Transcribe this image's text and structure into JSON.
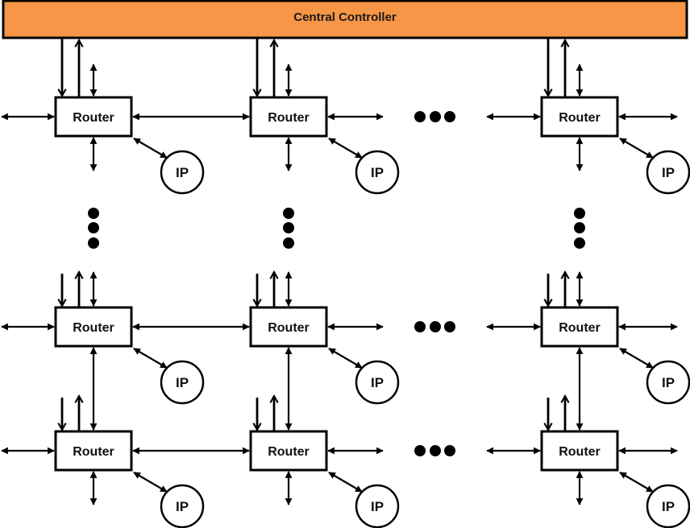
{
  "diagram": {
    "title": "Central Controller",
    "controller": {
      "label": "Central Controller",
      "fill_color": "#F79646"
    },
    "router_label": "Router",
    "ip_label": "IP",
    "grid": {
      "columns": 3,
      "rows": 3,
      "column_ids": [
        "col-1",
        "col-2",
        "col-n"
      ],
      "row_ids": [
        "row-1",
        "row-m-1",
        "row-m"
      ]
    },
    "nodes": [
      {
        "id": "r1c1",
        "row": 0,
        "col": 0,
        "router": "Router",
        "ip": "IP"
      },
      {
        "id": "r1c2",
        "row": 0,
        "col": 1,
        "router": "Router",
        "ip": "IP"
      },
      {
        "id": "r1c3",
        "row": 0,
        "col": 2,
        "router": "Router",
        "ip": "IP"
      },
      {
        "id": "r2c1",
        "row": 1,
        "col": 0,
        "router": "Router",
        "ip": "IP"
      },
      {
        "id": "r2c2",
        "row": 1,
        "col": 1,
        "router": "Router",
        "ip": "IP"
      },
      {
        "id": "r2c3",
        "row": 1,
        "col": 2,
        "router": "Router",
        "ip": "IP"
      },
      {
        "id": "r3c1",
        "row": 2,
        "col": 0,
        "router": "Router",
        "ip": "IP"
      },
      {
        "id": "r3c2",
        "row": 2,
        "col": 1,
        "router": "Router",
        "ip": "IP"
      },
      {
        "id": "r3c3",
        "row": 2,
        "col": 2,
        "router": "Router",
        "ip": "IP"
      }
    ],
    "ellipses": {
      "horizontal_after_column": 1,
      "vertical_after_row": 0,
      "symbol": "•••"
    },
    "connections": {
      "controller_to_router": "down-arrow",
      "router_to_controller": "up-arrow",
      "router_to_router": "bidirectional",
      "router_to_ip": "bidirectional"
    }
  }
}
